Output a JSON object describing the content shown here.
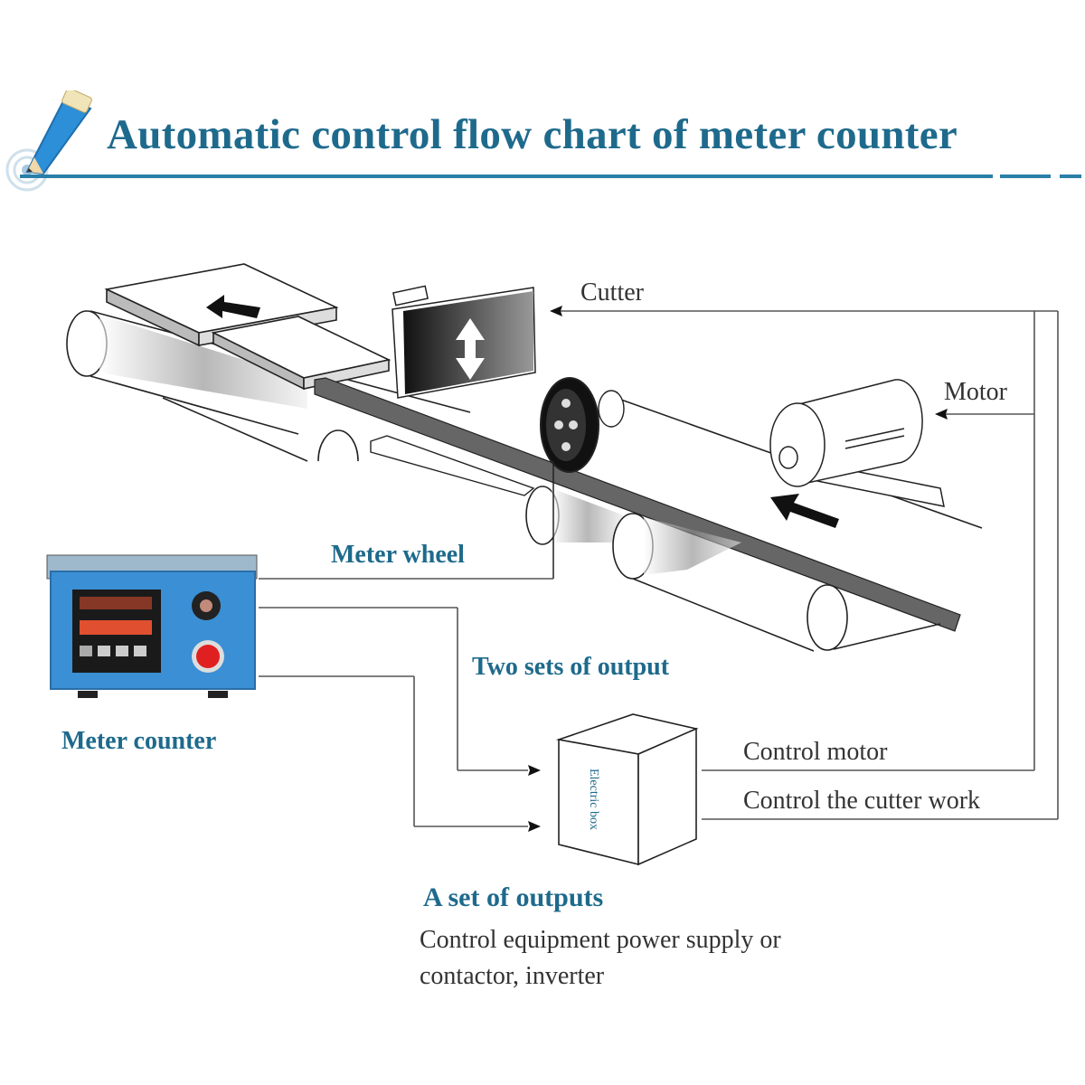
{
  "header": {
    "title": "Automatic control flow chart of meter counter",
    "icon": "pencil-icon",
    "accent_color": "#1e6a8c"
  },
  "diagram": {
    "labels": {
      "cutter": "Cutter",
      "motor": "Motor",
      "meter_wheel": "Meter wheel",
      "meter_counter": "Meter counter",
      "two_sets_output": "Two sets of output",
      "control_motor": "Control motor",
      "control_cutter": "Control the cutter work",
      "electric_box": "Electric box",
      "a_set_outputs": "A set of outputs",
      "a_set_outputs_desc_line1": "Control equipment power supply or",
      "a_set_outputs_desc_line2": "contactor, inverter"
    },
    "components": [
      "conveyor",
      "cutter",
      "meter-wheel",
      "motor",
      "meter-counter",
      "electric-box"
    ],
    "colors": {
      "label_blue": "#1e6a8c",
      "counter_body": "#3b8fd4",
      "display_red": "#e05030",
      "stop_button": "#e02020"
    }
  }
}
